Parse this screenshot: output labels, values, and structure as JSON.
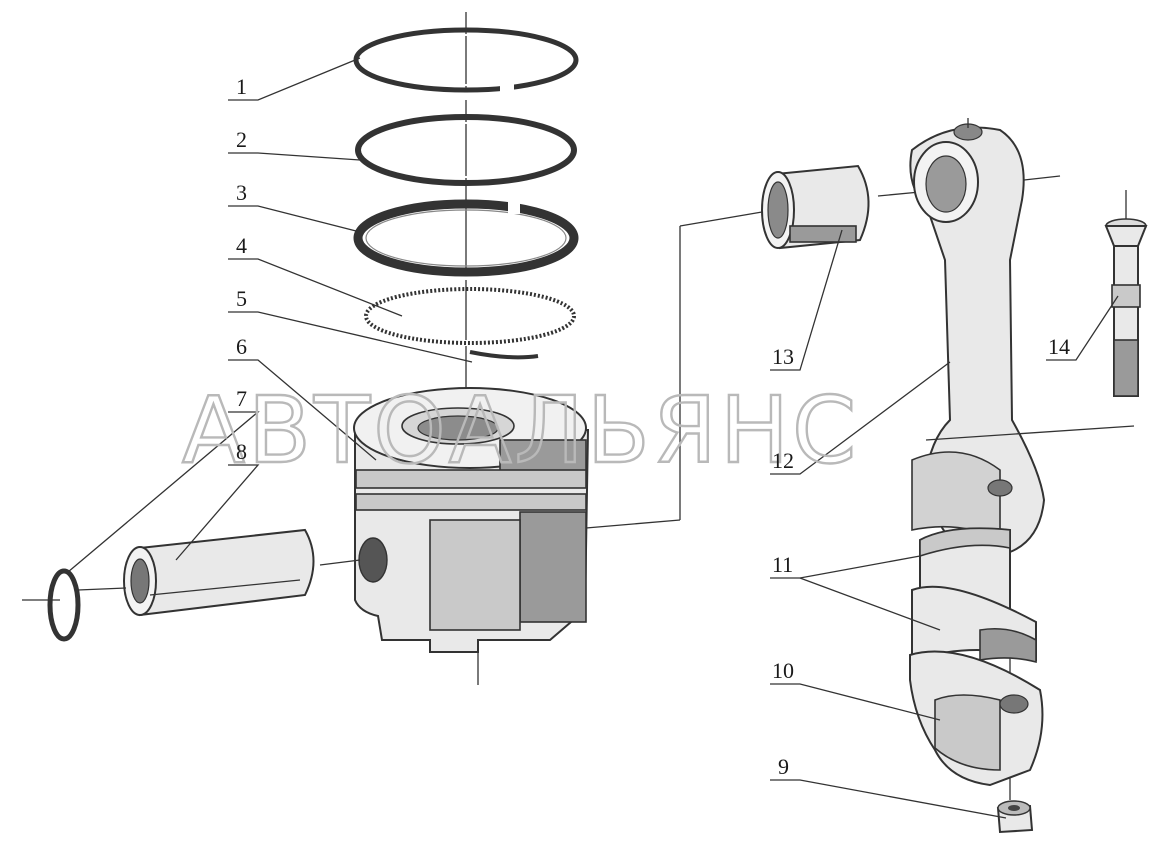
{
  "watermark": "АВТОАЛЬЯНС",
  "callouts": {
    "c1": "1",
    "c2": "2",
    "c3": "3",
    "c4": "4",
    "c5": "5",
    "c6": "6",
    "c7": "7",
    "c8": "8",
    "c9": "9",
    "c10": "10",
    "c11": "11",
    "c12": "12",
    "c13": "13",
    "c14": "14"
  },
  "colors": {
    "ink": "#333333",
    "watermark": "#b9b9b9",
    "background": "#ffffff"
  }
}
